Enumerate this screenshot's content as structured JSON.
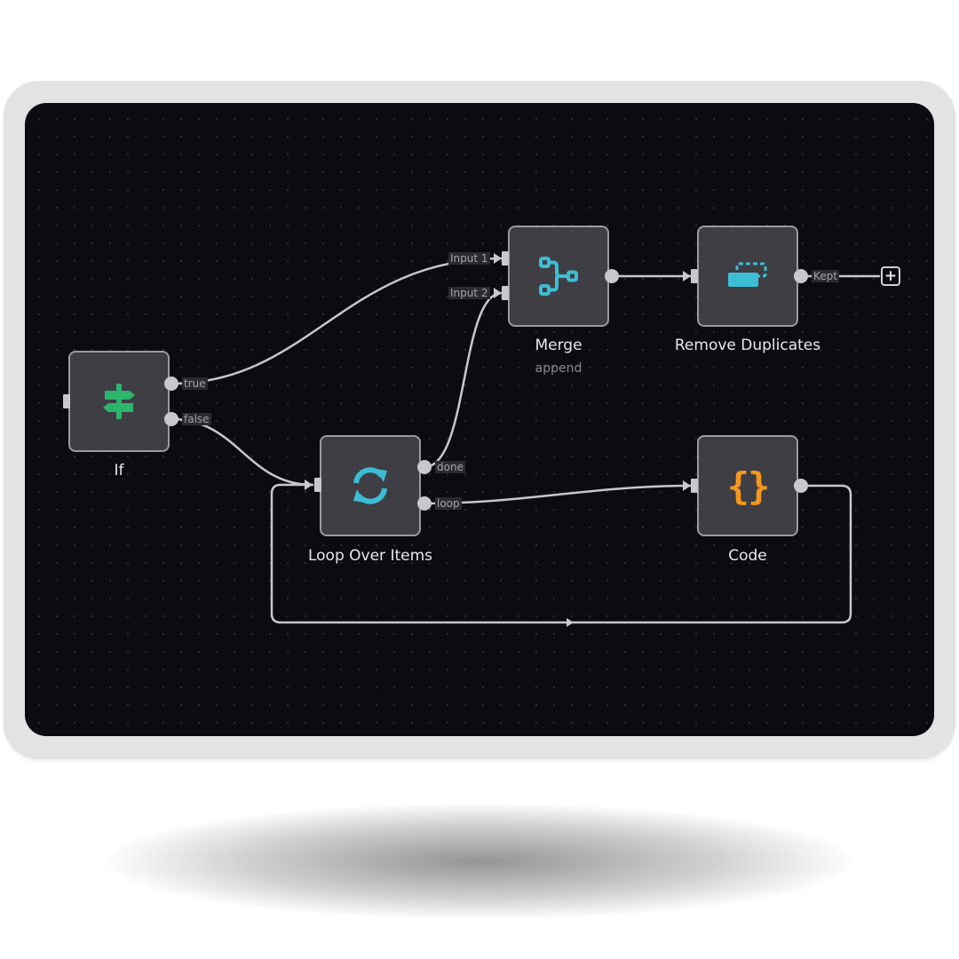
{
  "canvas": {
    "background": "#0c0b12"
  },
  "colors": {
    "if_icon": "#2cb56d",
    "flow_icon": "#3dbdd5",
    "code_icon": "#f5971d"
  },
  "nodes": {
    "if": {
      "label": "If",
      "icon": "signpost-icon",
      "outputs": {
        "true": "true",
        "false": "false"
      }
    },
    "merge": {
      "label": "Merge",
      "subtitle": "append",
      "icon": "merge-branch-icon",
      "inputs": {
        "input1": "Input 1",
        "input2": "Input 2"
      }
    },
    "remove_duplicates": {
      "label": "Remove Duplicates",
      "icon": "remove-duplicates-icon",
      "outputs": {
        "kept": "Kept"
      }
    },
    "loop": {
      "label": "Loop Over Items",
      "icon": "loop-arrows-icon",
      "outputs": {
        "done": "done",
        "loop": "loop"
      }
    },
    "code": {
      "label": "Code",
      "icon": "code-braces-icon",
      "glyph": "{}"
    }
  },
  "add_node_button": {
    "label": "+"
  }
}
